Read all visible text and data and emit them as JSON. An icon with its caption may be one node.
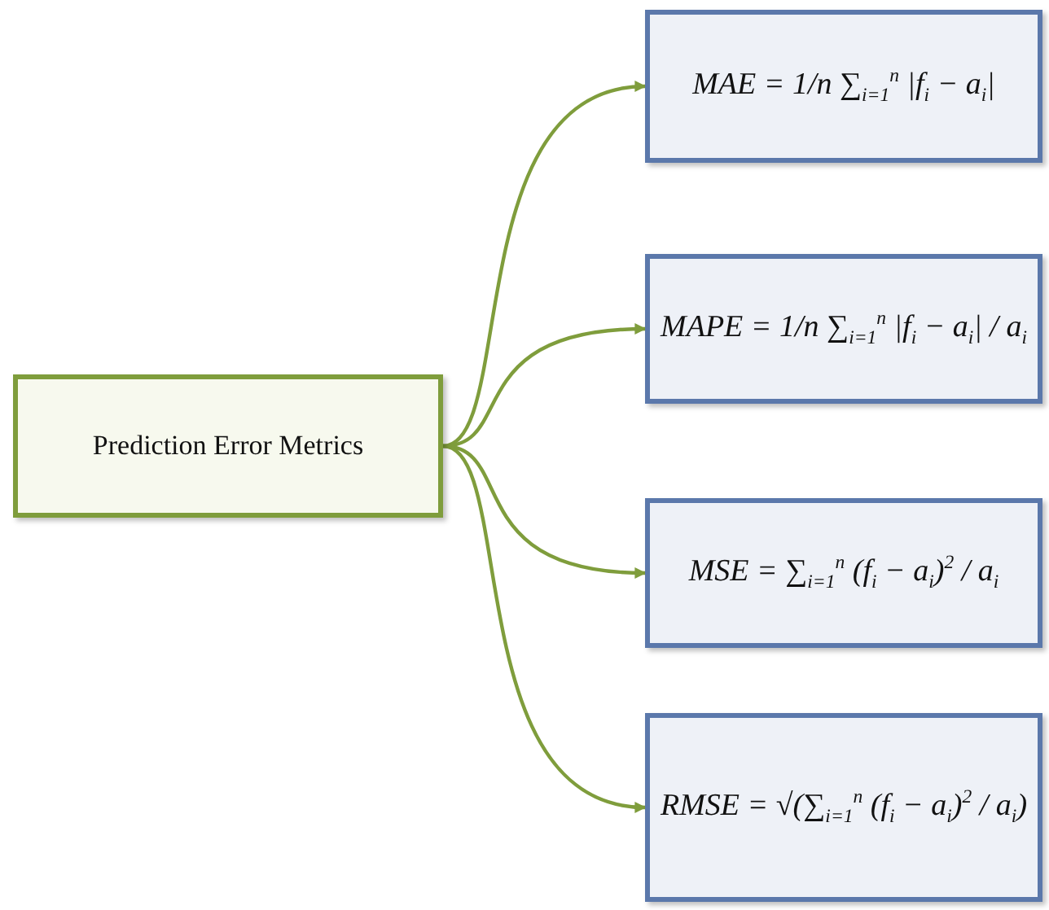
{
  "diagram": {
    "nodes": [
      {
        "text": [
          "Prediction Error Metrics"
        ]
      },
      {
        "text": [
          "MAE = 1/n ∑$_{i=1}$$^{n}$ |f$_{i}$ − a$_{i}$|"
        ]
      },
      {
        "text": [
          "MAPE = 1/n ∑$_{i=1}$$^{n}$ |f$_{i}$ − a$_{i}$| / a$_{i}$"
        ]
      },
      {
        "text": [
          "MSE = ∑$_{i=1}$$^{n}$ (f$_{i}$ − a$_{i}$)$^{2}$ / a$_{i}$"
        ]
      },
      {
        "text": [
          "RMSE = √(∑$_{i=1}$$^{n}$ (f$_{i}$ − a$_{i}$)$^{2}$ / a$_{i}$)"
        ]
      }
    ],
    "edges": [
      {
        "from": 0,
        "to": 1,
        "arrow": "to"
      },
      {
        "from": 0,
        "to": 2,
        "arrow": "to"
      },
      {
        "from": 0,
        "to": 3,
        "arrow": "to"
      },
      {
        "from": 0,
        "to": 4,
        "arrow": "to"
      }
    ]
  }
}
